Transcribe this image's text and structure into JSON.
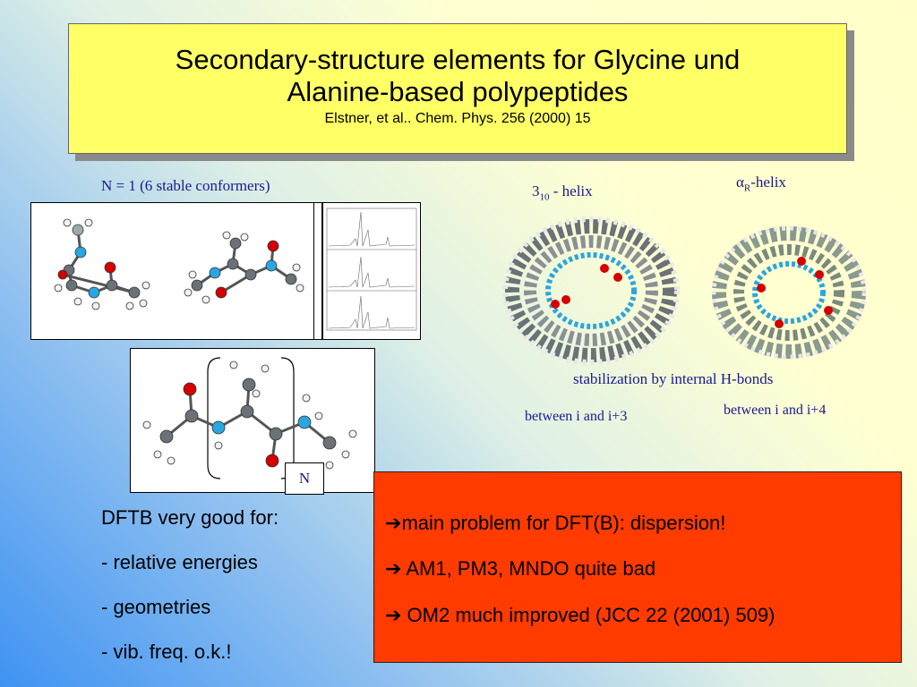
{
  "title": {
    "line1": "Secondary-structure elements for Glycine und",
    "line2": "Alanine-based polypeptides",
    "citation": "Elstner, et al.. Chem. Phys. 256 (2000) 15"
  },
  "labels": {
    "conformers": "N = 1 (6 stable conformers)",
    "helix310_base": "3",
    "helix310_sub": "10",
    "helix310_rest": " - helix",
    "alpha_symbol": "α",
    "alpha_sub": "R",
    "alpha_rest": "-helix",
    "stabilization": "stabilization by internal H-bonds",
    "between_i3": "between i and i+3",
    "between_i4": "between i and i+4",
    "n_label": "N"
  },
  "dftb": {
    "heading": "DFTB very good for:",
    "items": [
      "- relative energies",
      "- geometries",
      "- vib. freq. o.k.!"
    ]
  },
  "problems": {
    "items": [
      "main problem for DFT(B): dispersion!",
      " AM1, PM3, MNDO quite bad",
      " OM2 much improved (JCC 22 (2001) 509)"
    ]
  },
  "colors": {
    "title_bg": "#ffff66",
    "red_box": "#ff3b00",
    "label_text": "#1a1a8c",
    "oxygen": "#d40000",
    "nitrogen": "#2aa6e0",
    "carbon": "#6a7278",
    "hydrogen": "#f2f2f2"
  },
  "icons": {
    "arrow": "right-arrow-icon"
  }
}
